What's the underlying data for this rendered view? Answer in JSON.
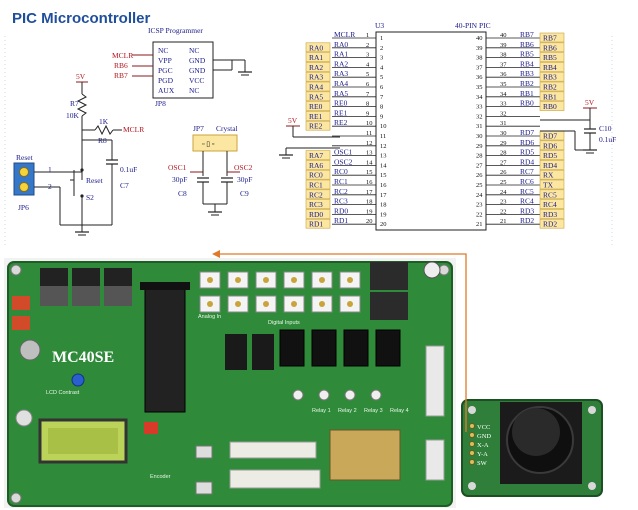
{
  "title": "PIC Microcontroller",
  "icsp": {
    "title": "ICSP Programmer",
    "ref": "JP8",
    "left_pins": [
      "NC",
      "VPP",
      "PGC",
      "PGD",
      "AUX"
    ],
    "right_pins": [
      "NC",
      "GND",
      "GND",
      "VCC",
      "NC"
    ],
    "nets": [
      "MCLR",
      "RB6",
      "RB7"
    ]
  },
  "reset": {
    "supply": "5V",
    "r7_ref": "R7",
    "r7_val": "10K",
    "r8_val": "1K",
    "r8_ref": "R8",
    "mclr": "MCLR",
    "label": "Reset",
    "button": "Reset",
    "switch_ref": "S2",
    "jumper_ref": "JP6",
    "cap_val": "0.1uF",
    "cap_ref": "C7",
    "pin1": "1",
    "pin2": "2"
  },
  "crystal": {
    "jp": "JP7",
    "label": "Crystal",
    "osc1": "OSC1",
    "osc2": "OSC2",
    "c8_val": "30pF",
    "c8_ref": "C8",
    "c9_val": "30pF",
    "c9_ref": "C9"
  },
  "mcu": {
    "ref": "U3",
    "name": "40-PIN PIC",
    "left_pins": [
      {
        "num": "1",
        "name": "MCLR",
        "net": ""
      },
      {
        "num": "2",
        "name": "RA0",
        "net": "RA0"
      },
      {
        "num": "3",
        "name": "RA1",
        "net": "RA1"
      },
      {
        "num": "4",
        "name": "RA2",
        "net": "RA2"
      },
      {
        "num": "5",
        "name": "RA3",
        "net": "RA3"
      },
      {
        "num": "6",
        "name": "RA4",
        "net": "RA4"
      },
      {
        "num": "7",
        "name": "RA5",
        "net": "RA5"
      },
      {
        "num": "8",
        "name": "RE0",
        "net": "RE0"
      },
      {
        "num": "9",
        "name": "RE1",
        "net": "RE1"
      },
      {
        "num": "10",
        "name": "RE2",
        "net": "RE2"
      },
      {
        "num": "11",
        "name": "",
        "net": ""
      },
      {
        "num": "12",
        "name": "",
        "net": ""
      },
      {
        "num": "13",
        "name": "OSC1",
        "net": "RA7"
      },
      {
        "num": "14",
        "name": "OSC2",
        "net": "RA6"
      },
      {
        "num": "15",
        "name": "RC0",
        "net": "RC0"
      },
      {
        "num": "16",
        "name": "RC1",
        "net": "RC1"
      },
      {
        "num": "17",
        "name": "RC2",
        "net": "RC2"
      },
      {
        "num": "18",
        "name": "RC3",
        "net": "RC3"
      },
      {
        "num": "19",
        "name": "RD0",
        "net": "RD0"
      },
      {
        "num": "20",
        "name": "RD1",
        "net": "RD1"
      }
    ],
    "right_pins": [
      {
        "num": "40",
        "name": "RB7",
        "net": "RB7"
      },
      {
        "num": "39",
        "name": "RB6",
        "net": "RB6"
      },
      {
        "num": "38",
        "name": "RB5",
        "net": "RB5"
      },
      {
        "num": "37",
        "name": "RB4",
        "net": "RB4"
      },
      {
        "num": "36",
        "name": "RB3",
        "net": "RB3"
      },
      {
        "num": "35",
        "name": "RB2",
        "net": "RB2"
      },
      {
        "num": "34",
        "name": "RB1",
        "net": "RB1"
      },
      {
        "num": "33",
        "name": "RB0",
        "net": "RB0"
      },
      {
        "num": "32",
        "name": "",
        "net": ""
      },
      {
        "num": "31",
        "name": "",
        "net": ""
      },
      {
        "num": "30",
        "name": "RD7",
        "net": "RD7"
      },
      {
        "num": "29",
        "name": "RD6",
        "net": "RD6"
      },
      {
        "num": "28",
        "name": "RD5",
        "net": "RD5"
      },
      {
        "num": "27",
        "name": "RD4",
        "net": "RD4"
      },
      {
        "num": "26",
        "name": "RC7",
        "net": "RX"
      },
      {
        "num": "25",
        "name": "RC6",
        "net": "TX"
      },
      {
        "num": "24",
        "name": "RC5",
        "net": "RC5"
      },
      {
        "num": "23",
        "name": "RC4",
        "net": "RC4"
      },
      {
        "num": "22",
        "name": "RD3",
        "net": "RD3"
      },
      {
        "num": "21",
        "name": "RD2",
        "net": "RD2"
      }
    ],
    "supply_left": "5V",
    "supply_right": "5V",
    "c10_ref": "C10",
    "c10_val": "0.1uF"
  },
  "board": {
    "name": "MC40SE",
    "labels": [
      "Analog In",
      "Digital Inputs",
      "Relay 1",
      "Relay 2",
      "Relay 3",
      "Relay 4",
      "Encoder",
      "LCD Contrast"
    ]
  },
  "joystick": {
    "pins": [
      "VCC",
      "GND",
      "X-A",
      "Y-A",
      "SW"
    ]
  },
  "colors": {
    "title": "#1f4e9c",
    "net_tag": "#fbe7a1",
    "net_tag_border": "#c9a33a",
    "pcb": "#2f8a3a",
    "arrow": "#e07a2a"
  }
}
